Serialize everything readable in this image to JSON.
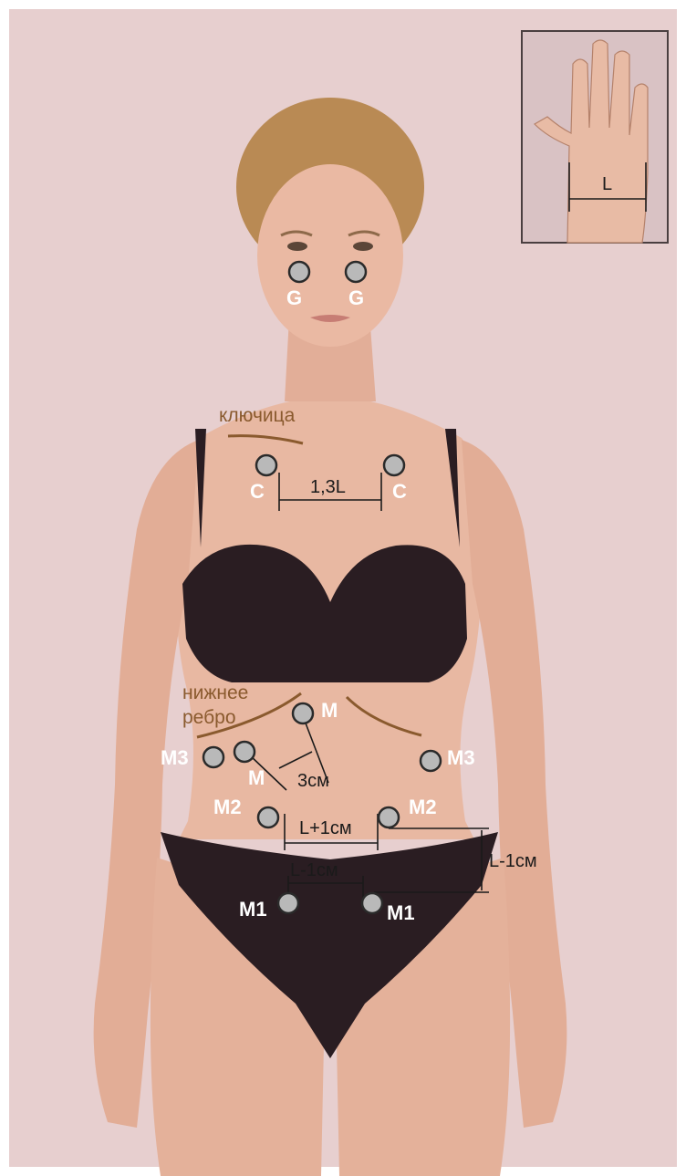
{
  "colors": {
    "background": "#e7cfcf",
    "skin": "#e9b9a3",
    "underwear": "#2a1d22",
    "point_fill": "#b9b9b9",
    "annotation_brown": "#8a5a2e"
  },
  "labels": {
    "clavicle": "ключица",
    "lower_rib_line1": "нижнее",
    "lower_rib_line2": "ребро"
  },
  "inset": {
    "measure_label": "L"
  },
  "points": {
    "G": "G",
    "C": "C",
    "M": "M",
    "M3": "M3",
    "M2": "M2",
    "M1": "M1"
  },
  "measurements": {
    "collarbone_gap": "1,3L",
    "m_offset": "3см",
    "m2_gap": "L+1см",
    "m1_gap": "L-1см",
    "vertical_gap": "L-1см"
  }
}
